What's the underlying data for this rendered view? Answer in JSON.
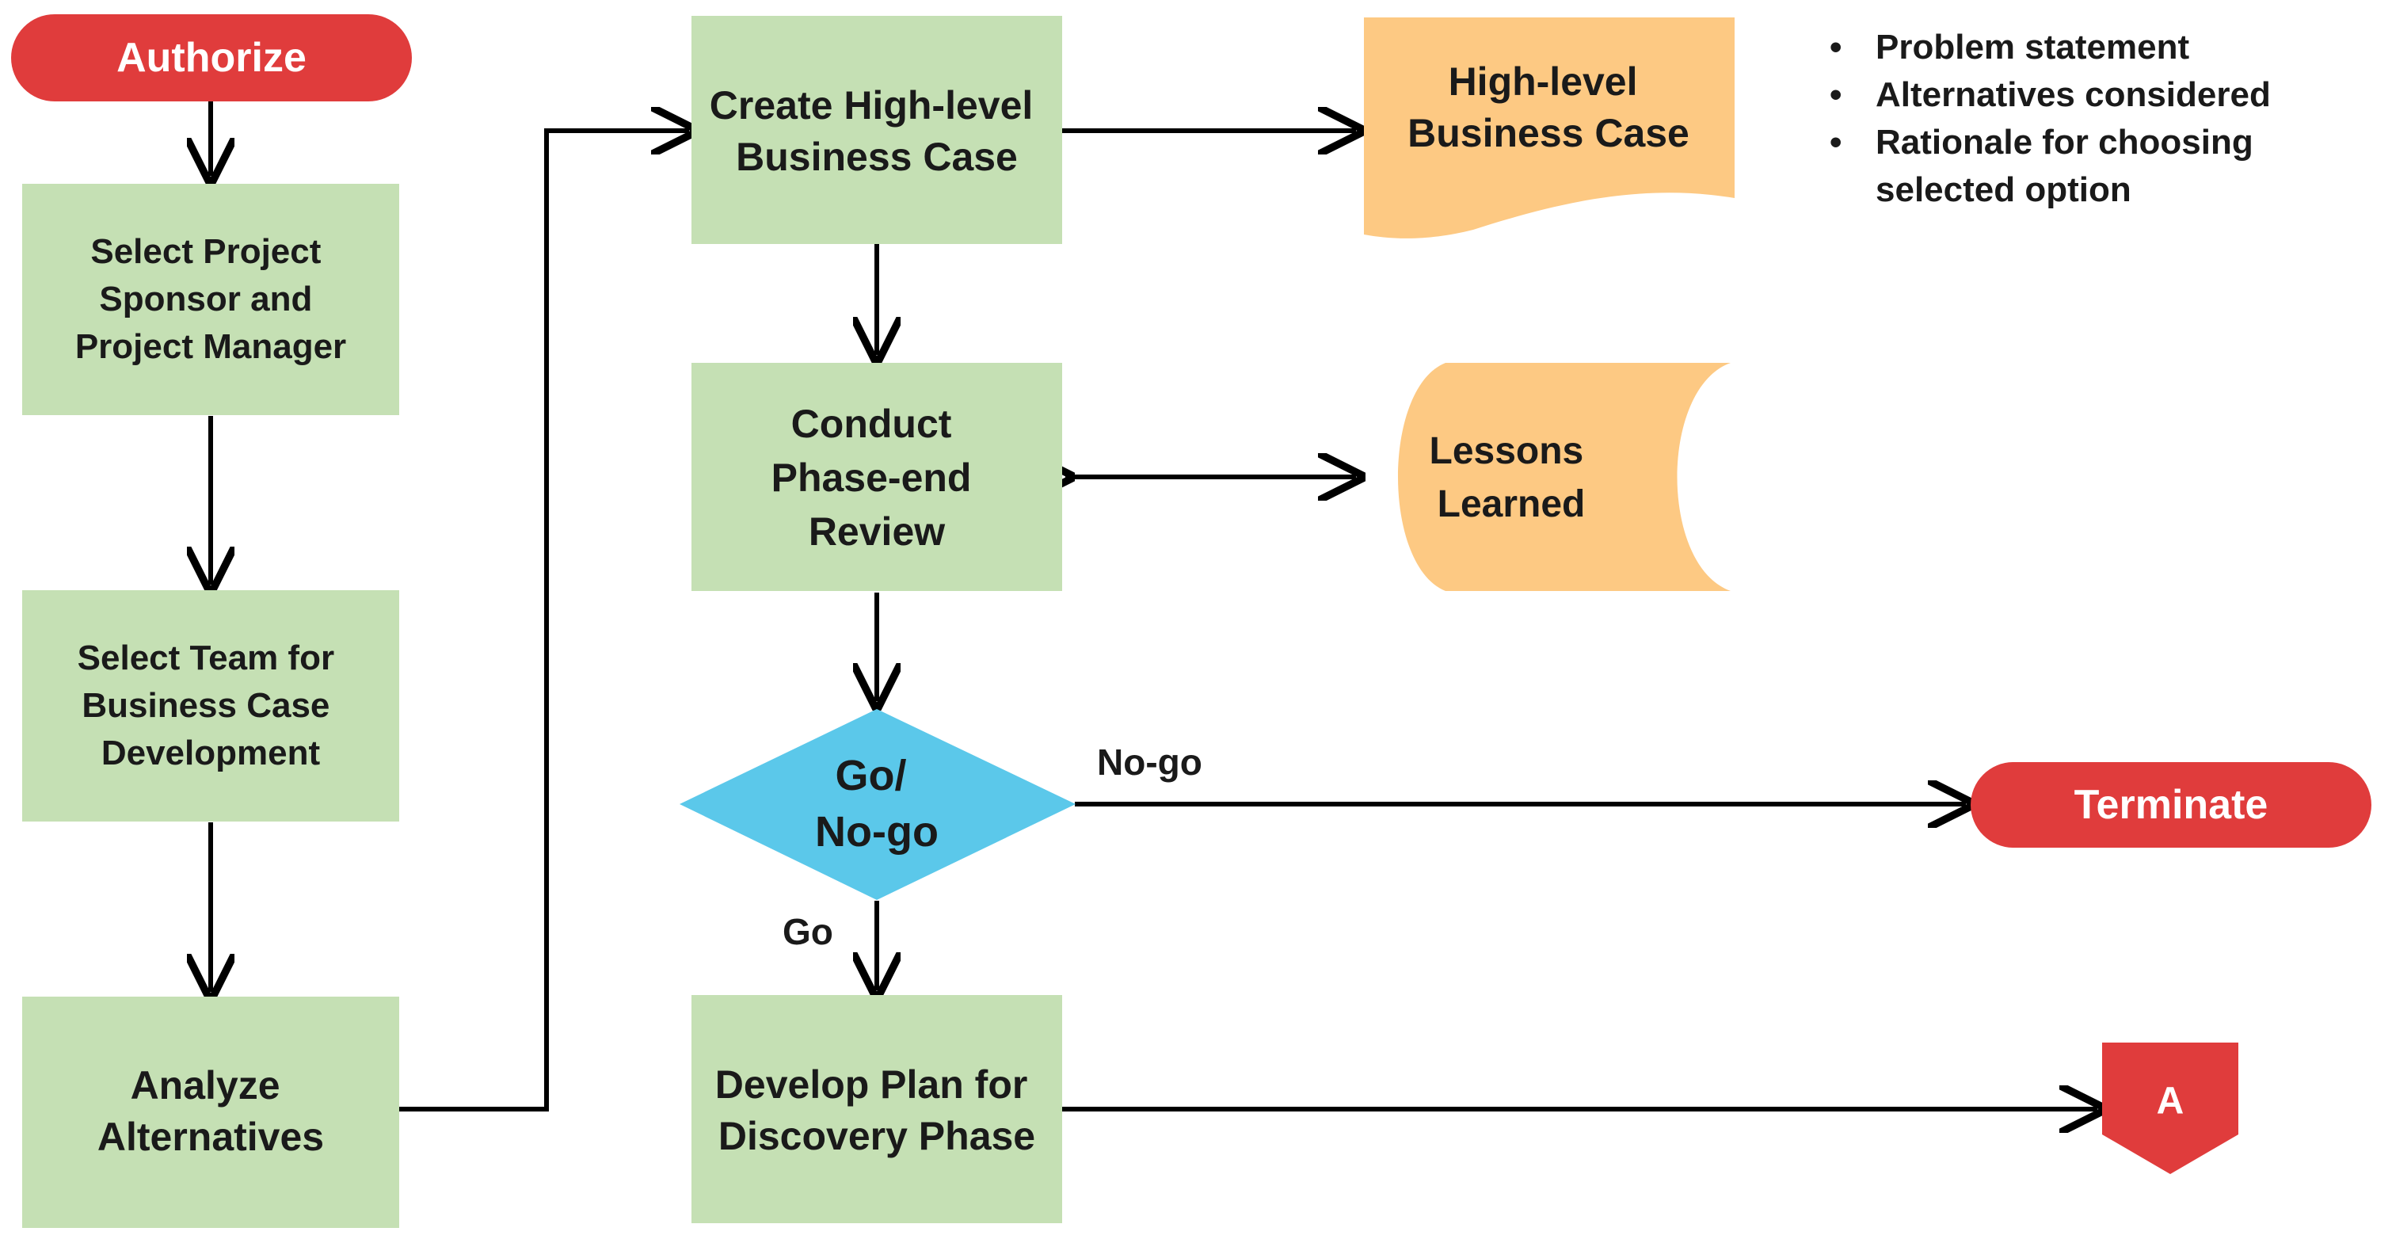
{
  "colors": {
    "process_fill": "#c5e0b4",
    "document_fill": "#fdc983",
    "decision_fill": "#5bc8ea",
    "terminator_fill": "#e03c3c",
    "line": "#000000"
  },
  "nodes": {
    "authorize": "Authorize",
    "select_sponsor": [
      "Select Project",
      "Sponsor and",
      "Project Manager"
    ],
    "select_team": [
      "Select Team for",
      "Business Case",
      "Development"
    ],
    "analyze": [
      "Analyze",
      "Alternatives"
    ],
    "create_case": [
      "Create High-level",
      "Business Case"
    ],
    "case_doc": [
      "High-level",
      "Business Case"
    ],
    "review": [
      "Conduct",
      "Phase-end",
      "Review"
    ],
    "lessons": [
      "Lessons",
      "Learned"
    ],
    "decision": [
      "Go/",
      "No-go"
    ],
    "terminate": "Terminate",
    "develop_plan": [
      "Develop Plan for",
      "Discovery Phase"
    ],
    "connector": "A"
  },
  "edge_labels": {
    "no_go": "No-go",
    "go": "Go"
  },
  "notes": [
    "Problem statement",
    "Alternatives considered",
    "Rationale for choosing selected option"
  ]
}
